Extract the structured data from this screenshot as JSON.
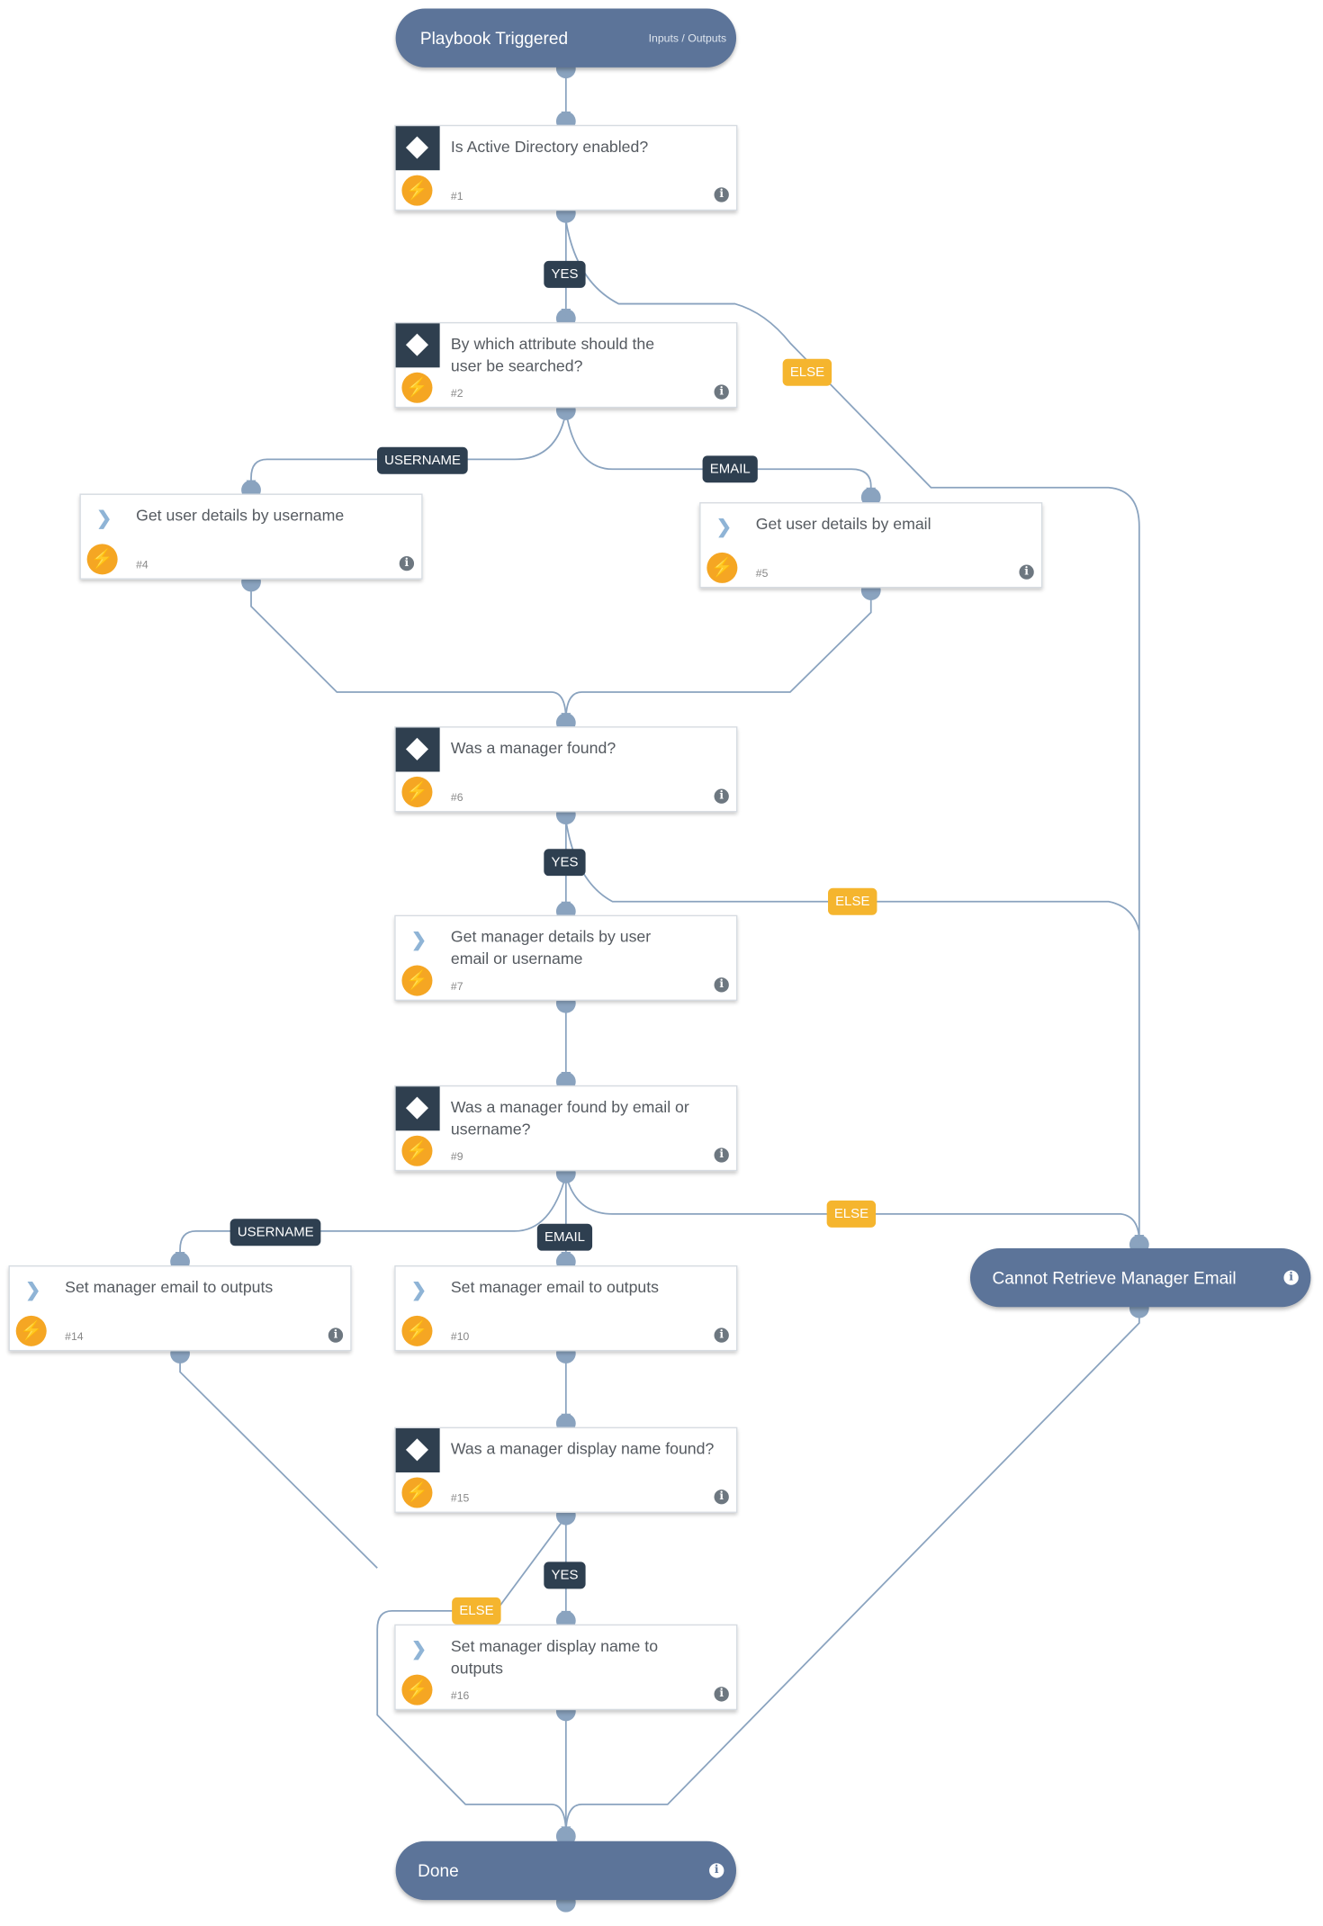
{
  "start": {
    "title": "Playbook Triggered",
    "io_label": "Inputs / Outputs"
  },
  "tasks": [
    {
      "label": "Is Active Directory enabled?",
      "num": "#1",
      "kind": "condition"
    },
    {
      "label": "By which attribute should the user be searched?",
      "num": "#2",
      "kind": "condition"
    },
    {
      "label": "Get user details by username",
      "num": "#4",
      "kind": "action"
    },
    {
      "label": "Get user details by email",
      "num": "#5",
      "kind": "action"
    },
    {
      "label": "Was a manager found?",
      "num": "#6",
      "kind": "condition"
    },
    {
      "label": "Get manager details by user email or username",
      "num": "#7",
      "kind": "action"
    },
    {
      "label": "Was a manager found by email or username?",
      "num": "#9",
      "kind": "condition"
    },
    {
      "label": "Set manager email to outputs",
      "num": "#14",
      "kind": "action"
    },
    {
      "label": "Set manager email to outputs",
      "num": "#10",
      "kind": "action"
    },
    {
      "label": "Was a manager display name found?",
      "num": "#15",
      "kind": "condition"
    },
    {
      "label": "Set manager display name to outputs",
      "num": "#16",
      "kind": "action"
    }
  ],
  "cannot_retrieve": {
    "title": "Cannot Retrieve Manager Email"
  },
  "done": {
    "title": "Done"
  },
  "branches": {
    "yes1": "YES",
    "else1": "ELSE",
    "username1": "USERNAME",
    "email1": "EMAIL",
    "yes2": "YES",
    "else2": "ELSE",
    "username2": "USERNAME",
    "email2": "EMAIL",
    "else3": "ELSE",
    "yes3": "YES",
    "else4": "ELSE"
  },
  "icons": {
    "condition": "diamond-icon",
    "action": "chevron-right-icon",
    "automation": "lightning-bolt-icon",
    "info": "info-icon"
  },
  "colors": {
    "pill": "#5c7499",
    "condition_tag": "#2f3f4f",
    "bolt": "#f5a623",
    "else": "#f5b52e",
    "edge": "#8aa3bf"
  }
}
